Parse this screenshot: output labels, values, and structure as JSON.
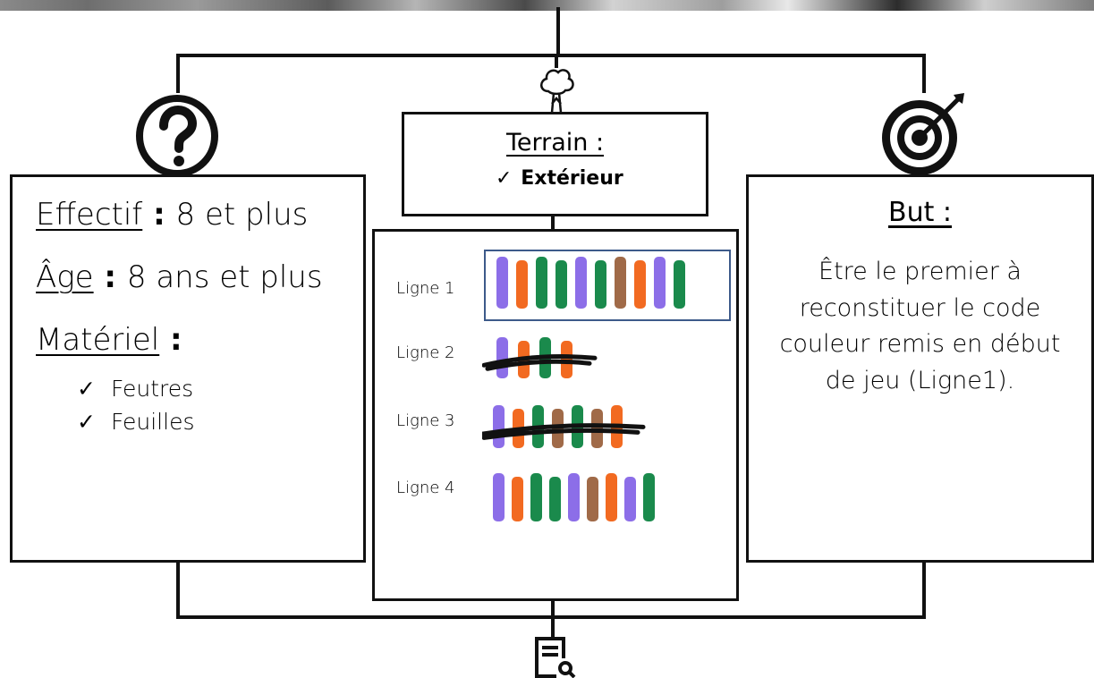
{
  "left_panel": {
    "effectif_key": "Effectif",
    "effectif_sep": " : ",
    "effectif_value": "8 et plus",
    "age_key": "Âge",
    "age_sep": " : ",
    "age_value": "8 ans et plus",
    "materiel_key": "Matériel",
    "materiel_sep": " :",
    "materials": [
      "Feutres",
      "Feuilles"
    ]
  },
  "terrain": {
    "title": "Terrain :",
    "item": "Extérieur"
  },
  "goal": {
    "title": "But :",
    "text": "Être le premier à reconstituer le code couleur remis en début de jeu (Ligne1)."
  },
  "example_lines": [
    "Ligne 1",
    "Ligne 2",
    "Ligne 3",
    "Ligne 4"
  ],
  "check_mark": "✓",
  "icons": {
    "left": "question-mark-icon",
    "center_top": "tree-icon",
    "right": "target-icon",
    "bottom": "document-search-icon"
  },
  "colors": {
    "purple": "#8c6ee8",
    "orange": "#f26a21",
    "green": "#1a8a4c",
    "brown": "#a06a48",
    "line1_frame": "#3d5a8a"
  }
}
